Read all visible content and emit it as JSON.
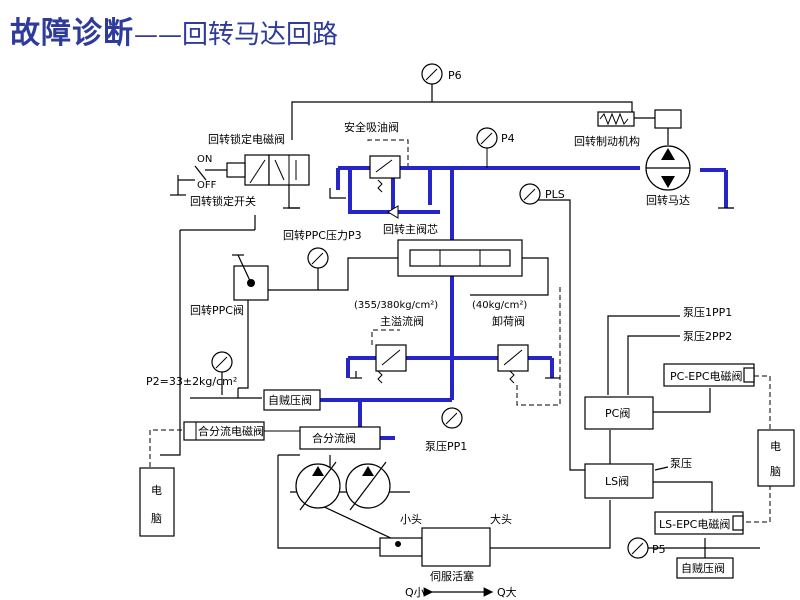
{
  "title": {
    "main": "故障诊断",
    "dash": "——",
    "sub": "回转马达回路"
  },
  "labels": {
    "p6": "P6",
    "p4": "P4",
    "pls": "PLS",
    "p5": "P5",
    "lock_valve": "回转锁定电磁阀",
    "on": "ON",
    "off": "OFF",
    "lock_switch": "回转锁定开关",
    "safety_valve": "安全吸油阀",
    "brake": "回转制动机构",
    "motor": "回转马达",
    "ppc_p3": "回转PPC压力P3",
    "main_spool": "回转主阀芯",
    "ppc_valve": "回转PPC阀",
    "p2": "P2=33±2kg/cm²",
    "self_reducing": "自贼压阀",
    "p355": "(355/380kg/cm²)",
    "p40": "(40kg/cm²)",
    "main_relief": "主溢流阀",
    "unload": "卸荷阀",
    "pump_pp1_left": "泵压PP1",
    "pump_1pp1": "泵压1PP1",
    "pump_2pp2": "泵压2PP2",
    "pc_epc": "PC-EPC电磁阀",
    "pc_valve": "PC阀",
    "ls_valve": "LS阀",
    "pump_pressure": "泵压",
    "ls_epc": "LS-EPC电磁阀",
    "self_reducing_2": "自贼压阀",
    "merge_solenoid": "合分流电磁阀",
    "merge_valve": "合分流阀",
    "ecu_left_1": "电",
    "ecu_left_2": "脑",
    "ecu_right_1": "电",
    "ecu_right_2": "脑",
    "small_end": "小头",
    "big_end": "大头",
    "servo_piston": "伺服活塞",
    "q_small": "Q小",
    "q_big": "Q大"
  },
  "colors": {
    "title": "#2e3b9a",
    "hydraulic_blue": "#2626c8"
  }
}
